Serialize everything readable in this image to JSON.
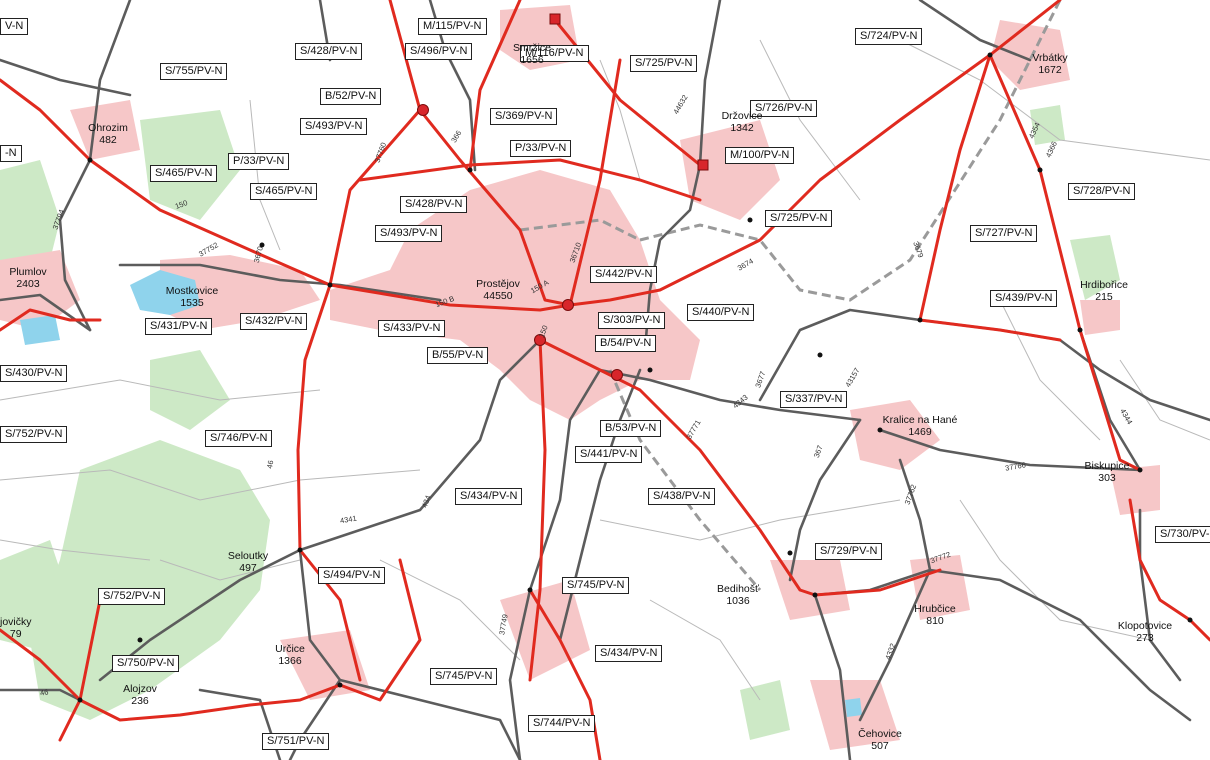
{
  "map": {
    "colors": {
      "background": "#ffffff",
      "urban": "#f6c7c8",
      "forest": "#cde9c6",
      "water": "#8fd3ec",
      "pipeline_red": "#e02a1f",
      "pipeline_grey": "#5c5c5c",
      "railway": "#9a9a9a",
      "minor_road": "#b9b9b9",
      "node": "#d8262b"
    },
    "network_labels": [
      "V-N",
      "M/115/PV-N",
      "S/724/PV-N",
      "S/428/PV-N",
      "S/496/PV-N",
      "S/755/PV-N",
      "M/116/PV-N",
      "S/725/PV-N",
      "B/52/PV-N",
      "S/369/PV-N",
      "S/726/PV-N",
      "S/493/PV-N",
      "-N",
      "P/33/PV-N",
      "M/100/PV-N",
      "S/465/PV-N",
      "P/33/PV-N",
      "S/465/PV-N",
      "S/728/PV-N",
      "S/428/PV-N",
      "S/725/PV-N",
      "S/493/PV-N",
      "S/727/PV-N",
      "S/442/PV-N",
      "S/439/PV-N",
      "S/431/PV-N",
      "S/432/PV-N",
      "S/433/PV-N",
      "S/303/PV-N",
      "S/440/PV-N",
      "B/54/PV-N",
      "B/55/PV-N",
      "S/430/PV-N",
      "S/337/PV-N",
      "S/752/PV-N",
      "B/53/PV-N",
      "S/746/PV-N",
      "S/441/PV-N",
      "S/434/PV-N",
      "S/438/PV-N",
      "S/730/PV-",
      "S/729/PV-N",
      "S/494/PV-N",
      "S/745/PV-N",
      "S/752/PV-N",
      "S/434/PV-N",
      "S/750/PV-N",
      "S/745/PV-N",
      "S/744/PV-N",
      "S/751/PV-N"
    ],
    "towns": [
      {
        "name": "Smržice",
        "population": "1656"
      },
      {
        "name": "Vrbátky",
        "population": "1672"
      },
      {
        "name": "Ohrozim",
        "population": "482"
      },
      {
        "name": "Držovice",
        "population": "1342"
      },
      {
        "name": "Plumlov",
        "population": "2403"
      },
      {
        "name": "Mostkovice",
        "population": "1535"
      },
      {
        "name": "Prostějov",
        "population": "44550"
      },
      {
        "name": "Hrdibořice",
        "population": "215"
      },
      {
        "name": "Kralice na Hané",
        "population": "1469"
      },
      {
        "name": "Biskupice",
        "population": "303"
      },
      {
        "name": "Seloutky",
        "population": "497"
      },
      {
        "name": "jovičky",
        "population": "79"
      },
      {
        "name": "Bedihošť",
        "population": "1036"
      },
      {
        "name": "Hrubčice",
        "population": "810"
      },
      {
        "name": "Klopotovice",
        "population": "273"
      },
      {
        "name": "Určice",
        "population": "1366"
      },
      {
        "name": "Alojzov",
        "population": "236"
      },
      {
        "name": "Čehovice",
        "population": "507"
      }
    ],
    "road_numbers": [
      "44632",
      "366",
      "37760",
      "4354",
      "4366",
      "150",
      "37794",
      "37752",
      "3670",
      "150 A",
      "150 B",
      "150",
      "3674",
      "36710",
      "3679",
      "3677",
      "43157",
      "4343",
      "367",
      "37762",
      "37766",
      "37771",
      "46",
      "434",
      "4341",
      "37749",
      "37772",
      "4332",
      "4344",
      "46"
    ]
  }
}
